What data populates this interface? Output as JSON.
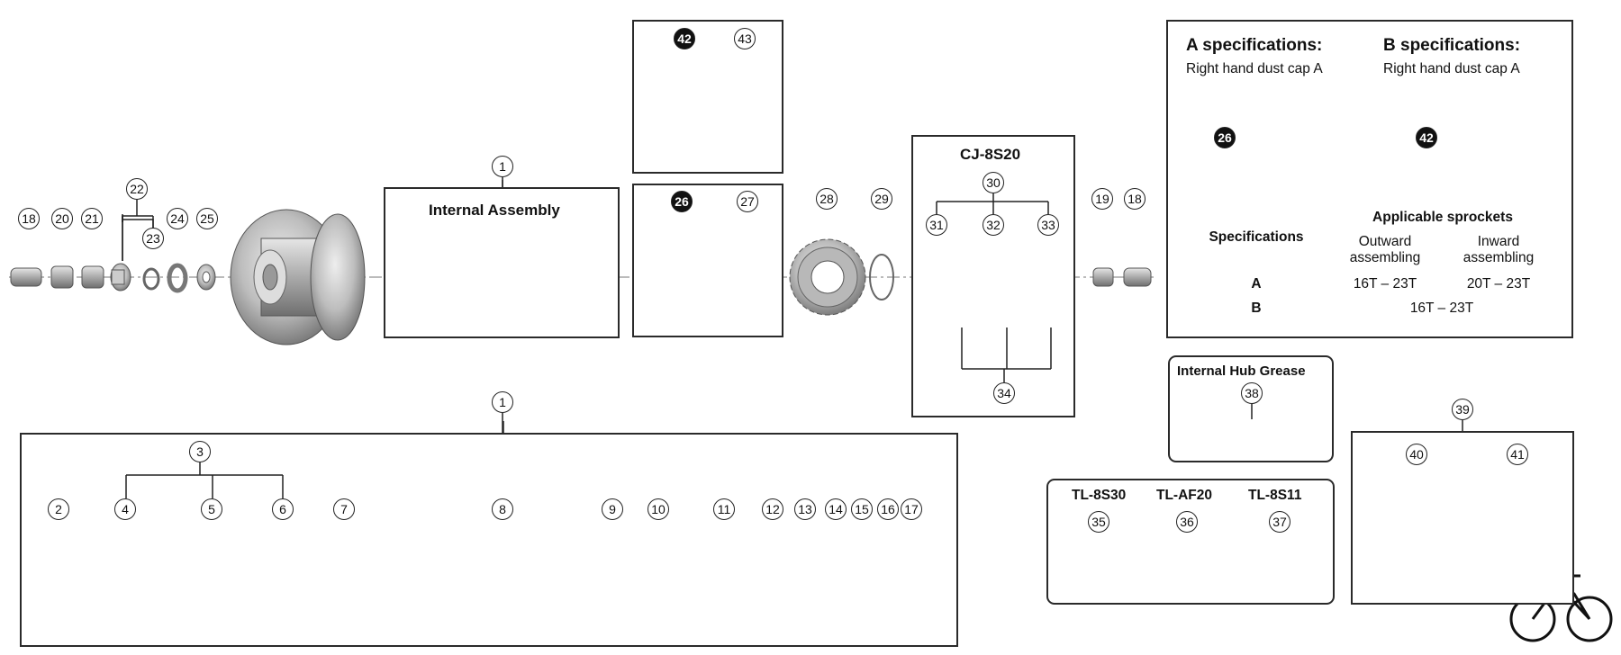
{
  "boxes": {
    "internal_assembly": "Internal Assembly",
    "cj": "CJ-8S20",
    "grease": "Internal Hub Grease",
    "tool1": "TL-8S30",
    "tool2": "TL-AF20",
    "tool3": "TL-8S11"
  },
  "callouts": {
    "c1a": "1",
    "c18a": "18",
    "c20": "20",
    "c21": "21",
    "c22": "22",
    "c23": "23",
    "c24": "24",
    "c25": "25",
    "c42a": "42",
    "c43": "43",
    "c26a": "26",
    "c27": "27",
    "c28": "28",
    "c29": "29",
    "c30": "30",
    "c31": "31",
    "c32": "32",
    "c33": "33",
    "c34": "34",
    "c19": "19",
    "c18b": "18",
    "c1b": "1",
    "c2": "2",
    "c3": "3",
    "c4": "4",
    "c5": "5",
    "c6": "6",
    "c7": "7",
    "c8": "8",
    "c9": "9",
    "c10": "10",
    "c11": "11",
    "c12": "12",
    "c13": "13",
    "c14": "14",
    "c15": "15",
    "c16": "16",
    "c17": "17",
    "c38": "38",
    "c39": "39",
    "c40": "40",
    "c41": "41",
    "c35": "35",
    "c36": "36",
    "c37": "37",
    "c26b": "26",
    "c42b": "42"
  },
  "spec": {
    "a_title": "A specifications:",
    "a_sub": "Right hand dust cap A",
    "b_title": "B specifications:",
    "b_sub": "Right hand dust cap A",
    "h_spec": "Specifications",
    "h_app": "Applicable sprockets",
    "h_out1": "Outward",
    "h_out2": "assembling",
    "h_in1": "Inward",
    "h_in2": "assembling",
    "row_a": "A",
    "row_a_out": "16T – 23T",
    "row_a_in": "20T – 23T",
    "row_b": "B",
    "row_b_val": "16T – 23T"
  },
  "colors": {
    "part": "#bfbfbf",
    "part_dark": "#8e8e8e",
    "line": "#2a2a2a"
  }
}
